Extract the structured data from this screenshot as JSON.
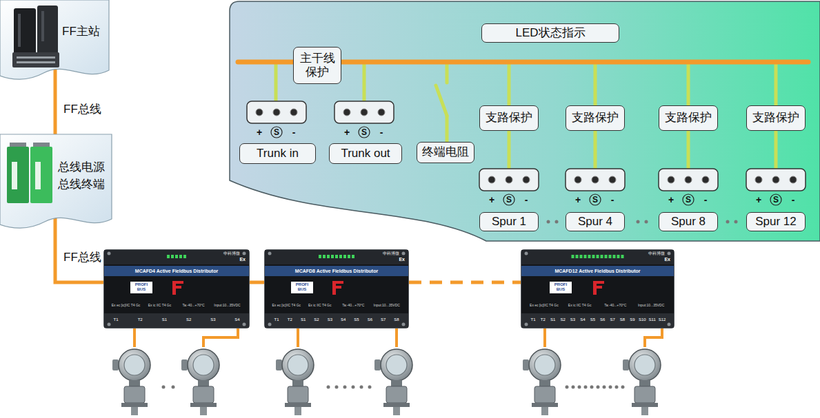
{
  "diagram": {
    "nodes": [
      {
        "text": [
          "FF主站"
        ]
      },
      {
        "text": [
          "总线电源 总线终端"
        ]
      },
      {
        "text": [
          "中科博微",
          "Ex",
          "MCAFD4 Active Fieldbus Distributor",
          "PROFI BUS",
          "Ex ec [ic]IIC T4 Gc",
          "Ex ic IIC T4 Gc",
          "Ta:-40...+70°C",
          "Input:10...35VDC",
          "T1",
          "T2",
          "S1",
          "S2",
          "S3",
          "S4"
        ]
      },
      {
        "text": [
          "中科博微",
          "Ex",
          "MCAFD8 Active Fieldbus Distributor",
          "PROFI BUS",
          "Ex ec [ic]IIC T4 Gc",
          "Ex ic IIC T4 Gc",
          "Ta:-40...+70°C",
          "Input:10...35VDC",
          "T1",
          "T2",
          "S1",
          "S2",
          "S3",
          "S4",
          "S5",
          "S6",
          "S7",
          "S8"
        ]
      },
      {
        "text": [
          "中科博微",
          "Ex",
          "MCAFD12 Active Fieldbus Distributor",
          "PROFI BUS",
          "Ex ec [ic]IIC T4 Gc",
          "Ex ic IIC T4 Gc",
          "Ta:-40...+70°C",
          "Input:10...35VDC",
          "T1",
          "T2",
          "S1",
          "S2",
          "S3",
          "S4",
          "S5",
          "S6",
          "S7",
          "S8",
          "S9",
          "S10",
          "S11",
          "S12"
        ]
      },
      {
        "text": [
          "LED状态指示"
        ]
      },
      {
        "text": [
          "主干线 保护"
        ]
      },
      {
        "text": [
          "Trunk in"
        ]
      },
      {
        "text": [
          "Trunk out"
        ]
      },
      {
        "text": [
          "终端电阻"
        ]
      },
      {
        "text": [
          "支路保护"
        ]
      },
      {
        "text": [
          "支路保护"
        ]
      },
      {
        "text": [
          "支路保护"
        ]
      },
      {
        "text": [
          "支路保护"
        ]
      },
      {
        "text": [
          "Spur 1"
        ]
      },
      {
        "text": [
          "Spur 4"
        ]
      },
      {
        "text": [
          "Spur 8"
        ]
      },
      {
        "text": [
          "Spur 12"
        ]
      }
    ],
    "edges": [
      {
        "from": 0,
        "to": 1,
        "label": "FF总线",
        "arrow": "none"
      },
      {
        "from": 1,
        "to": 2,
        "label": "FF总线",
        "arrow": "none"
      },
      {
        "from": 2,
        "to": 3,
        "arrow": "none"
      },
      {
        "from": 3,
        "to": 4,
        "arrow": "none"
      }
    ],
    "labels": [
      "+",
      "S",
      "-",
      "+",
      "S",
      "-",
      "+",
      "S",
      "-",
      "+",
      "S",
      "-",
      "+",
      "S",
      "-",
      "+",
      "S",
      "-"
    ]
  }
}
